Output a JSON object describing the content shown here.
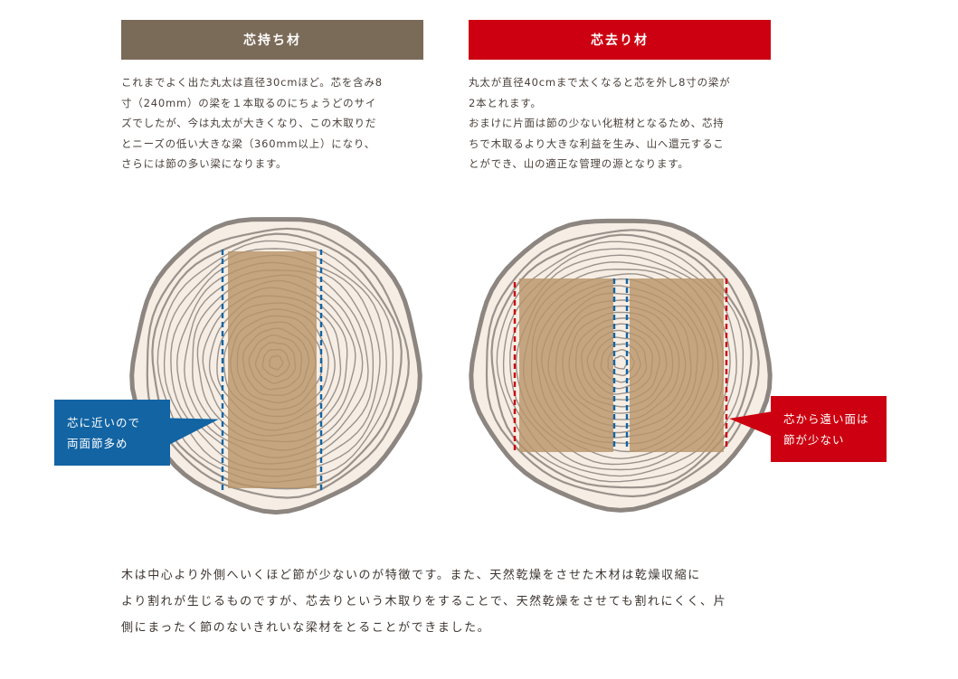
{
  "left": {
    "title": "芯持ち材",
    "desc": [
      "これまでよく出た丸太は直径30cmほど。芯を含み8",
      "寸（240mm）の梁を１本取るのにちょうどのサイ",
      "ズでしたが、今は丸太が大きくなり、この木取りだ",
      "とニーズの低い大きな梁（360mm以上）になり、",
      "さらには節の多い梁になります。"
    ],
    "callout": [
      "芯に近いので",
      "両面節多め"
    ],
    "color": "#1264a3",
    "header_color": "#7a6a58"
  },
  "right": {
    "title": "芯去り材",
    "desc": [
      "丸太が直径40cmまで太くなると芯を外し8寸の梁が",
      "2本とれます。",
      "おまけに片面は節の少ない化粧材となるため、芯持",
      "ちで木取るより大きな利益を生み、山へ還元するこ",
      "とができ、山の適正な管理の源となります。"
    ],
    "callout": [
      "芯から遠い面は",
      "節が少ない"
    ],
    "color": "#cc0010"
  },
  "footer": [
    "木は中心より外側へいくほど節が少ないのが特徴です。また、天然乾燥をさせた木材は乾燥収縮に",
    "より割れが生じるものですが、芯去りという木取りをすることで、天然乾燥をさせても割れにくく、片",
    "側にまったく節のないきれいな梁材をとることができました。"
  ]
}
